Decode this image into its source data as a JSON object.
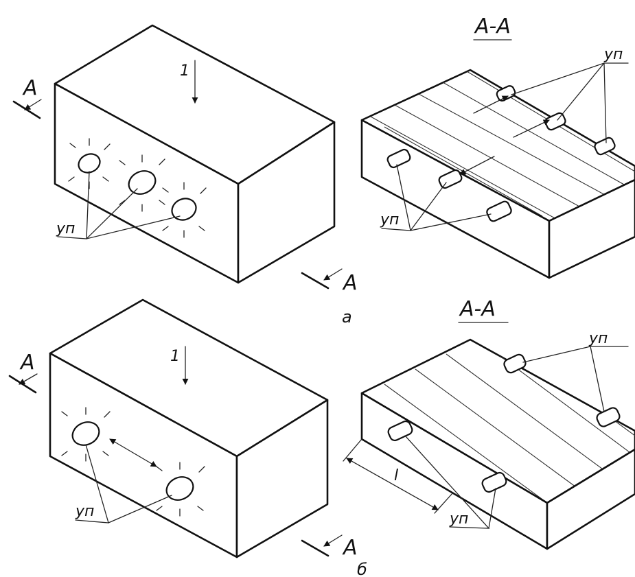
{
  "section_label": "A-A",
  "cut_marker": "A",
  "weld_label": "уп",
  "direction_mark": "1",
  "dim_marker": "l",
  "caption_a": "а",
  "caption_b": "б"
}
